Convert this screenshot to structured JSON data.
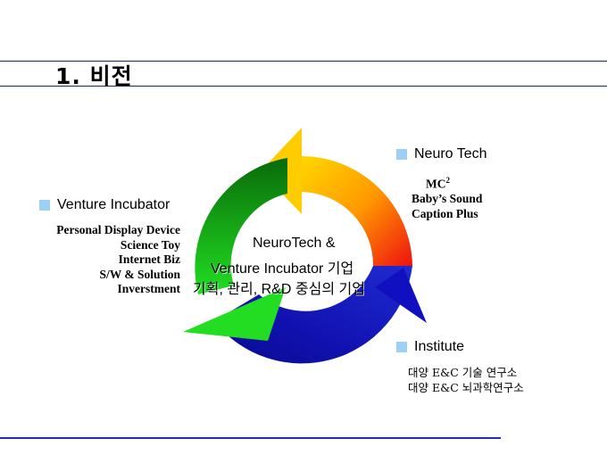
{
  "title": "1. 비전",
  "center": {
    "line1": "NeuroTech &",
    "line2": "Venture Incubator 기업",
    "line3": "기획, 관리, R&D 중심의 기업"
  },
  "sections": {
    "venture": {
      "heading": "Venture Incubator",
      "items": [
        "Personal Display Device",
        "Science Toy",
        "Internet Biz",
        "S/W & Solution",
        "Inverstment"
      ]
    },
    "neuro": {
      "heading": "Neuro Tech",
      "mc_base": "MC",
      "mc_sup": "2",
      "items": [
        "Baby’s Sound",
        "Caption Plus"
      ]
    },
    "institute": {
      "heading": "Institute",
      "items": [
        "대양 E&C 기술 연구소",
        "대양 E&C 뇌과학연구소"
      ]
    }
  },
  "colors": {
    "bullet": "#9ecff5",
    "rule": "#1a237e",
    "arrow_green_dark": "#0a6a0a",
    "arrow_green_light": "#22dd22",
    "arrow_orange": "#ffaa00",
    "arrow_red": "#ee1111",
    "arrow_blue": "#1010c0"
  }
}
